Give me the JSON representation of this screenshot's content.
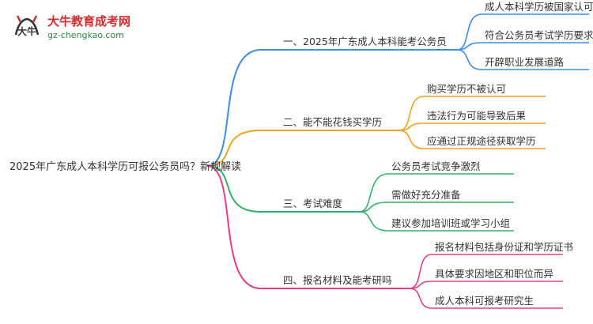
{
  "logo": {
    "mark_text": "大牛",
    "title": "大牛教育成考网",
    "url": "gz-chengkao.com"
  },
  "root": {
    "label": "2025年广东成人本科学历可报公务员吗？新规解读",
    "color": "#333333"
  },
  "branches": [
    {
      "label": "一、2025年广东成人本科能考公务员",
      "color": "#3b8ee8",
      "children": [
        "成人本科学历被国家认可",
        "符合公务员考试学历要求",
        "开辟职业发展道路"
      ]
    },
    {
      "label": "二、能不能花钱买学历",
      "color": "#f0a21a",
      "children": [
        "购买学历不被认可",
        "违法行为可能导致后果",
        "应通过正规途径获取学历"
      ]
    },
    {
      "label": "三、考试难度",
      "color": "#2fb36a",
      "children": [
        "公务员考试竞争激烈",
        "需做好充分准备",
        "建议参加培训班或学习小组"
      ]
    },
    {
      "label": "四、报名材料及能考研吗",
      "color": "#e83c8a",
      "children": [
        "报名材料包括身份证和学历证书",
        "具体要求因地区和职位而异",
        "成人本科可报考研究生"
      ]
    }
  ]
}
